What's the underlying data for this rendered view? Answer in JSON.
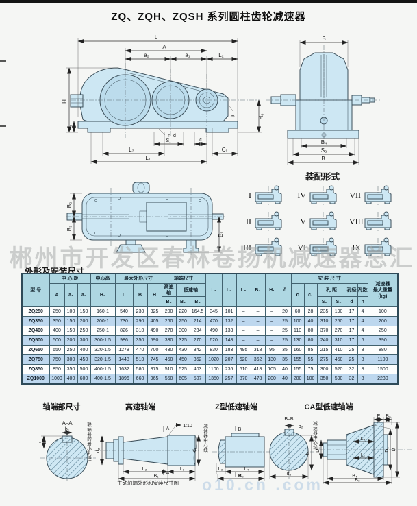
{
  "page": {
    "title": "ZQ、ZQH、ZQSH 系列圆柱齿轮减速器"
  },
  "watermarks": {
    "main": "郴州市开发区春林卷扬机减速器总汇",
    "bottom": "o10.cn .com"
  },
  "sections": {
    "assembly": "装配形式",
    "dimensions": "外形及安装尺寸",
    "shaft_end": "轴端部尺寸",
    "high_speed": "高速轴端",
    "z_type": "Z型低速轴端",
    "ca_type": "CA型低速轴端",
    "high_speed_caption": "主动轴端外形和安装尺寸图"
  },
  "assembly_forms": [
    "I",
    "IV",
    "VII",
    "II",
    "V",
    "VIII",
    "III",
    "VI",
    "IX"
  ],
  "side_view": {
    "l": "L",
    "a": "A",
    "a2": "a₂",
    "a1": "a₁",
    "l2": "L₂",
    "h": "H",
    "h1": "H₁",
    "h0": "H₀",
    "delta": "δ",
    "l3": "L₃",
    "s1": "S₁",
    "nd": "n–d",
    "c": "c",
    "c1": "C₁",
    "l1": "L₁"
  },
  "end_view": {
    "b_top": "B",
    "b4": "B₄",
    "s2": "S₂",
    "b_bottom": "B"
  },
  "plan_view": {
    "b2": "B₂",
    "b3": "B₃",
    "b1": "B₁"
  },
  "shaft_section": {
    "title": "A–A",
    "b1": "b₁",
    "t1": "t₁"
  },
  "high_speed_view": {
    "left_note": "联轴器的最小孔径",
    "d2": "d₂",
    "a_mark": "A",
    "taper": "1:10",
    "right_note": "减速器中心线",
    "d1": "d₁",
    "l2": "L₂",
    "l1": "L₁",
    "b1": "B₁"
  },
  "z_type_view": {
    "b_mark": "B",
    "l3": "L₃",
    "l4": "L₄",
    "b2": "B₂",
    "section": "B–B",
    "b2_key": "b₂",
    "t2": "t₂",
    "d3": "d₃"
  },
  "ca_type_view": {
    "e": "E",
    "b0": "B₀",
    "left_note": "减速器中心线",
    "d2": "D₂",
    "d1": "D₁",
    "d": "D",
    "l4": "L₄",
    "l1": "L₁",
    "b4": "B₄",
    "b3": "B₃"
  },
  "table": {
    "header_rows": [
      [
        {
          "t": "型 号",
          "rs": 3
        },
        {
          "t": "中 心 距",
          "cs": 3
        },
        {
          "t": "中心高"
        },
        {
          "t": "最大外形尺寸",
          "cs": 3
        },
        {
          "t": "轴端尺寸",
          "cs": 3
        },
        {
          "t": "L₁",
          "rs": 3
        },
        {
          "t": "L₂",
          "rs": 3
        },
        {
          "t": "L₃",
          "rs": 3
        },
        {
          "t": "B₄",
          "rs": 3
        },
        {
          "t": "H₁",
          "rs": 3
        },
        {
          "t": "δ",
          "rs": 3
        },
        {
          "t": "安 装 尺 寸",
          "cs": 6
        },
        {
          "t": "减速器\n最大重量\n(kg)",
          "rs": 3
        }
      ],
      [
        {
          "t": "A",
          "rs": 2
        },
        {
          "t": "a₁",
          "rs": 2
        },
        {
          "t": "a₂",
          "rs": 2
        },
        {
          "t": "H₀",
          "rs": 2
        },
        {
          "t": "L",
          "rs": 2
        },
        {
          "t": "B",
          "rs": 2
        },
        {
          "t": "H",
          "rs": 2
        },
        {
          "t": "高速轴"
        },
        {
          "t": "低速轴",
          "cs": 2
        },
        {
          "t": "c",
          "rs": 2
        },
        {
          "t": "c₁",
          "rs": 2
        },
        {
          "t": "孔 距",
          "cs": 2
        },
        {
          "t": "孔径"
        },
        {
          "t": "孔数"
        }
      ],
      [
        {
          "t": "B₁"
        },
        {
          "t": "B₂"
        },
        {
          "t": "B₃"
        },
        {
          "t": "S₁"
        },
        {
          "t": "S₂"
        },
        {
          "t": "d"
        },
        {
          "t": "n"
        }
      ]
    ],
    "rows": [
      [
        "ZQ250",
        "250",
        "100",
        "150",
        "160-1",
        "540",
        "230",
        "325",
        "200",
        "220",
        "164.5",
        "345",
        "101",
        "–",
        "–",
        "–",
        "20",
        "60",
        "28",
        "235",
        "190",
        "17",
        "4",
        "100"
      ],
      [
        "ZQ350",
        "350",
        "150",
        "200",
        "200-1",
        "730",
        "290",
        "405",
        "260",
        "250",
        "214",
        "470",
        "132",
        "–",
        "–",
        "–",
        "25",
        "100",
        "40",
        "310",
        "250",
        "17",
        "4",
        "200"
      ],
      [
        "ZQ400",
        "400",
        "150",
        "250",
        "250-1",
        "826",
        "310",
        "490",
        "270",
        "300",
        "234",
        "490",
        "133",
        "–",
        "–",
        "–",
        "25",
        "110",
        "80",
        "370",
        "270",
        "17",
        "4",
        "250"
      ],
      [
        "ZQ500",
        "500",
        "200",
        "300",
        "300-1.5",
        "986",
        "350",
        "590",
        "330",
        "325",
        "270",
        "620",
        "148",
        "–",
        "–",
        "–",
        "25",
        "130",
        "80",
        "240",
        "310",
        "17",
        "6",
        "390"
      ],
      [
        "ZQ650",
        "650",
        "250",
        "400",
        "320-1.5",
        "1278",
        "470",
        "700",
        "430",
        "430",
        "342",
        "830",
        "183",
        "495",
        "318",
        "95",
        "35",
        "160",
        "85",
        "215",
        "410",
        "25",
        "8",
        "880"
      ],
      [
        "ZQ750",
        "750",
        "300",
        "450",
        "320-1.5",
        "1448",
        "510",
        "745",
        "450",
        "450",
        "362",
        "1020",
        "207",
        "620",
        "362",
        "130",
        "35",
        "155",
        "55",
        "275",
        "450",
        "25",
        "8",
        "1100"
      ],
      [
        "ZQ850",
        "850",
        "350",
        "500",
        "400-1.5",
        "1632",
        "580",
        "875",
        "510",
        "525",
        "403",
        "1100",
        "236",
        "610",
        "418",
        "105",
        "40",
        "155",
        "75",
        "300",
        "520",
        "32",
        "8",
        "1500"
      ],
      [
        "ZQ1000",
        "1000",
        "400",
        "600",
        "400-1.5",
        "1896",
        "660",
        "965",
        "550",
        "605",
        "507",
        "1350",
        "257",
        "870",
        "478",
        "200",
        "40",
        "200",
        "100",
        "350",
        "590",
        "32",
        "8",
        "2230"
      ]
    ]
  }
}
